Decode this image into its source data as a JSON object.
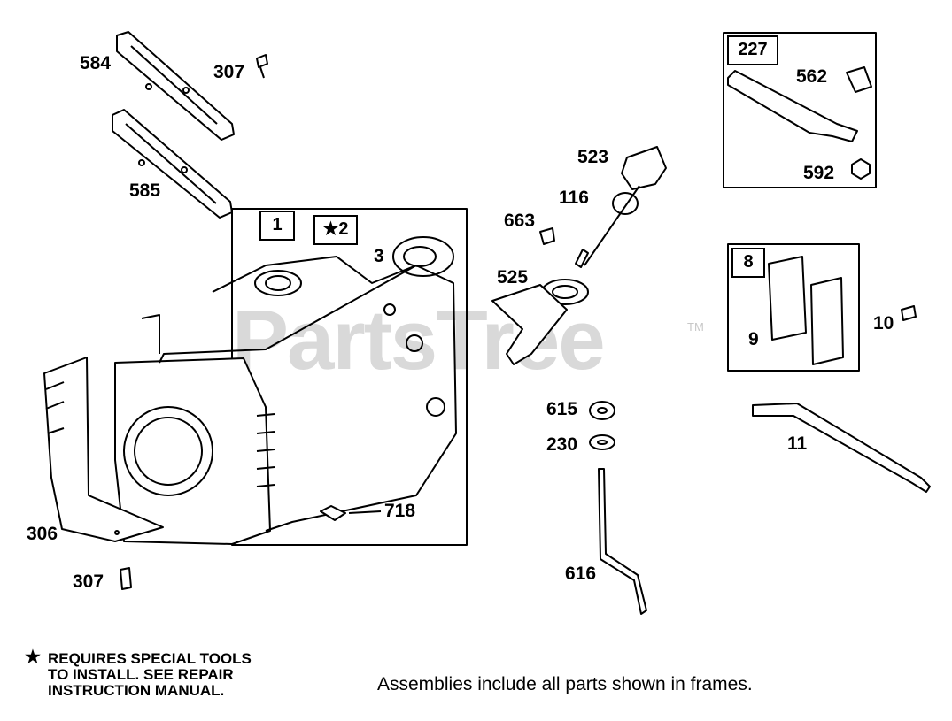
{
  "watermark": {
    "text": "PartsTree",
    "tm": "TM"
  },
  "frames": {
    "f1": "1",
    "f2": "★2",
    "f227": "227",
    "f8": "8"
  },
  "labels": {
    "p584": "584",
    "p307a": "307",
    "p585": "585",
    "p3": "3",
    "p306": "306",
    "p307b": "307",
    "p718": "718",
    "p523": "523",
    "p116": "116",
    "p663": "663",
    "p525": "525",
    "p615": "615",
    "p230": "230",
    "p616": "616",
    "p562": "562",
    "p592": "592",
    "p9": "9",
    "p10": "10",
    "p11": "11"
  },
  "note": {
    "star": "★",
    "line1": "REQUIRES SPECIAL TOOLS",
    "line2": "TO INSTALL.  SEE REPAIR",
    "line3": "INSTRUCTION MANUAL."
  },
  "caption": "Assemblies include all parts shown in frames."
}
